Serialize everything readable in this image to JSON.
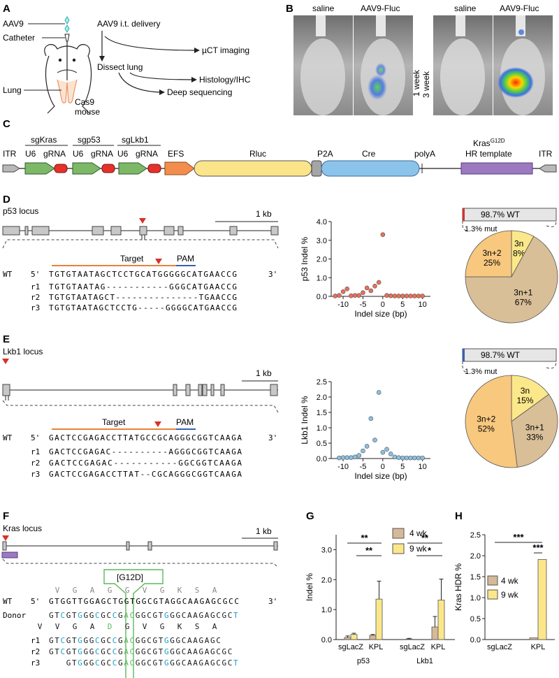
{
  "panels": {
    "A": {
      "letter": "A",
      "aav9": "AAV9",
      "catheter": "Catheter",
      "lung": "Lung",
      "cas9_mouse_line1": "Cas9",
      "cas9_mouse_line2": "mouse",
      "delivery": "AAV9 i.t. delivery",
      "dissect": "Dissect lung",
      "uct": "µCT imaging",
      "histology": "Histology/IHC",
      "deepseq": "Deep sequencing"
    },
    "B": {
      "letter": "B",
      "saline1": "saline",
      "fluc1": "AAV9-Fluc",
      "saline2": "saline",
      "fluc2": "AAV9-Fluc",
      "week1": "1 week",
      "week3": "3 week"
    },
    "C": {
      "letter": "C",
      "itr_left": "ITR",
      "itr_right": "ITR",
      "sgkras": "sgKras",
      "sgp53": "sgp53",
      "sglkb1": "sgLkb1",
      "u6_1": "U6",
      "grna_1": "gRNA",
      "u6_2": "U6",
      "grna_2": "gRNA",
      "u6_3": "U6",
      "grna_3": "gRNA",
      "efs": "EFS",
      "rluc": "Rluc",
      "p2a": "P2A",
      "cre": "Cre",
      "polya": "polyA",
      "kras_main": "Kras",
      "kras_sup": "G12D",
      "hr_template": "HR template"
    },
    "D": {
      "letter": "D",
      "locus": "p53 locus",
      "scale": "1 kb",
      "target": "Target",
      "pam": "PAM",
      "wt_label": "WT",
      "five": "5'",
      "three": "3'",
      "wt_seq": "TGTGTAATAGCTCCTGCATGGGGGCATGAACCG",
      "reads": [
        {
          "name": "r1",
          "seq": "TGTGTAATAG-----------GGGCATGAACCG"
        },
        {
          "name": "r2",
          "seq": "TGTGTAATAGCT---------------TGAACCG"
        },
        {
          "name": "r3",
          "seq": "TGTGTAATAGCTCCTG-----GGGGCATGAACCG"
        }
      ],
      "bar_wt": "98.7% WT",
      "bar_mut": "1.3% mut"
    },
    "E": {
      "letter": "E",
      "locus": "Lkb1 locus",
      "scale": "1 kb",
      "target": "Target",
      "pam": "PAM",
      "wt_label": "WT",
      "five": "5'",
      "three": "3'",
      "wt_seq": "GACTCCGAGACCTTATGCCGCAGGGCGGTCAAGA",
      "reads": [
        {
          "name": "r1",
          "seq": "GACTCCGAGAC----------AGGGCGGTCAAGA"
        },
        {
          "name": "r2",
          "seq": "GACTCCGAGAC-----------GGCGGTCAAGA"
        },
        {
          "name": "r3",
          "seq": "GACTCCGAGACCTTAT--CGCAGGGCGGTCAAGA"
        }
      ],
      "bar_wt": "98.7% WT",
      "bar_mut": "1.3% mut"
    },
    "F": {
      "letter": "F",
      "locus": "Kras locus",
      "scale": "1 kb",
      "mutation": "[G12D]",
      "wt_aa": [
        "V",
        "G",
        "A",
        "G",
        "G",
        "V",
        "G",
        "K",
        "S",
        "A"
      ],
      "donor_aa": [
        "V",
        "V",
        "G",
        "A",
        "D",
        "G",
        "V",
        "G",
        "K",
        "S",
        "A"
      ],
      "wt_label": "WT",
      "donor_label": "Donor",
      "five": "5'",
      "three": "3'",
      "wt_seq": "GTGGTTGGAGCTGGTGGCGTAGGCAAGAGCGCC",
      "donor_seq": "GTCGTGGGCGCCGACGGCGTGGGCAAGAGCGCT",
      "reads": [
        {
          "name": "r1",
          "seq": "GTCGTGGGCGCCGACGGCGTGGGCAAGAGC"
        },
        {
          "name": "r2",
          "seq": "GTCGTGGGCGCCGACGGCGTGGGCAAGAGCGC"
        },
        {
          "name": "r3",
          "seq": "   GTGGGCGCCGACGGCGTGGGCAAGAGCGCT"
        }
      ]
    },
    "G": {
      "letter": "G"
    },
    "H": {
      "letter": "H"
    }
  },
  "colors": {
    "orange_target": "#e8823a",
    "pam_blue": "#3a5fb0",
    "red_marker": "#d9302a",
    "pie_yellow": "#fbe88a",
    "pie_orange": "#f8c87f",
    "pie_tan": "#d8bf98",
    "bar_4wk": "#d5b99a",
    "bar_9wk": "#fbe78a",
    "dot_red": "#e8705a",
    "dot_blue": "#8cc0e0",
    "teal_mut": "#1aa0c8",
    "green_g12d": "#5cb85c"
  },
  "chart_data": [
    {
      "id": "D-scatter",
      "type": "scatter",
      "xlabel": "Indel size (bp)",
      "ylabel": "p53 Indel %",
      "xlim": [
        -13,
        12
      ],
      "ylim": [
        0,
        4.0
      ],
      "xticks": [
        -10,
        -5,
        0,
        5,
        10
      ],
      "yticks": [
        0.0,
        1.0,
        2.0,
        3.0,
        4.0
      ],
      "x": [
        -12,
        -11,
        -10,
        -9,
        -8,
        -7,
        -6,
        -5,
        -4,
        -3,
        -2,
        -1,
        0,
        1,
        2,
        3,
        4,
        5,
        6,
        7,
        8,
        9,
        10
      ],
      "y": [
        0.02,
        0.05,
        0.25,
        0.4,
        0.03,
        0.05,
        0.05,
        0.2,
        0.45,
        0.3,
        0.55,
        0.75,
        3.3,
        0.05,
        0.03,
        0.02,
        0.02,
        0.02,
        0.02,
        0.02,
        0.02,
        0.02,
        0.02
      ]
    },
    {
      "id": "D-pie",
      "type": "pie",
      "labels": [
        "3n",
        "3n+1",
        "3n+2"
      ],
      "values": [
        8,
        67,
        25
      ],
      "value_labels": [
        "8%",
        "67%",
        "25%"
      ]
    },
    {
      "id": "E-scatter",
      "type": "scatter",
      "xlabel": "Indel size (bp)",
      "ylabel": "Lkb1 Indel %",
      "xlim": [
        -13,
        12
      ],
      "ylim": [
        0,
        2.5
      ],
      "xticks": [
        -10,
        -5,
        0,
        5,
        10
      ],
      "yticks": [
        0.0,
        0.5,
        1.0,
        1.5,
        2.0,
        2.5
      ],
      "x": [
        -11,
        -10,
        -9,
        -8,
        -7,
        -6,
        -5,
        -4,
        -3,
        -2,
        -1,
        0,
        1,
        2,
        3,
        4,
        5,
        6,
        7,
        8,
        9,
        10
      ],
      "y": [
        0.02,
        0.03,
        0.03,
        0.03,
        0.05,
        0.1,
        0.25,
        0.4,
        1.3,
        0.6,
        2.15,
        0.2,
        0.3,
        0.15,
        0.05,
        0.03,
        0.02,
        0.02,
        0.02,
        0.02,
        0.02,
        0.02
      ]
    },
    {
      "id": "E-pie",
      "type": "pie",
      "labels": [
        "3n",
        "3n+1",
        "3n+2"
      ],
      "values": [
        15,
        33,
        52
      ],
      "value_labels": [
        "15%",
        "33%",
        "52%"
      ]
    },
    {
      "id": "G-bar",
      "type": "bar",
      "ylabel": "Indel %",
      "ylim": [
        0,
        3.5
      ],
      "yticks": [
        0.0,
        1.0,
        2.0,
        3.0
      ],
      "groups": [
        "p53",
        "Lkb1"
      ],
      "categories": [
        "sgLacZ",
        "KPL",
        "sgLacZ",
        "KPL"
      ],
      "series": [
        {
          "name": "4 wk",
          "values": [
            0.07,
            0.14,
            0.02,
            0.42
          ],
          "errors": [
            0.05,
            0.03,
            0.02,
            0.35
          ]
        },
        {
          "name": "9 wk",
          "values": [
            0.17,
            1.35,
            0.0,
            1.32
          ],
          "errors": [
            0.04,
            0.6,
            0.0,
            0.7
          ]
        }
      ],
      "significance": [
        {
          "label": "**"
        },
        {
          "label": "**"
        },
        {
          "label": "**"
        },
        {
          "label": "*"
        }
      ]
    },
    {
      "id": "H-bar",
      "type": "bar",
      "ylabel": "Kras HDR %",
      "ylim": [
        0,
        2.5
      ],
      "yticks": [
        0.0,
        0.5,
        1.0,
        1.5,
        2.0,
        2.5
      ],
      "categories": [
        "sgLacZ",
        "KPL"
      ],
      "series": [
        {
          "name": "4 wk",
          "values": [
            0.0,
            0.04
          ]
        },
        {
          "name": "9 wk",
          "values": [
            0.0,
            1.91
          ]
        }
      ],
      "significance": [
        {
          "label": "***"
        },
        {
          "label": "***"
        }
      ]
    }
  ]
}
